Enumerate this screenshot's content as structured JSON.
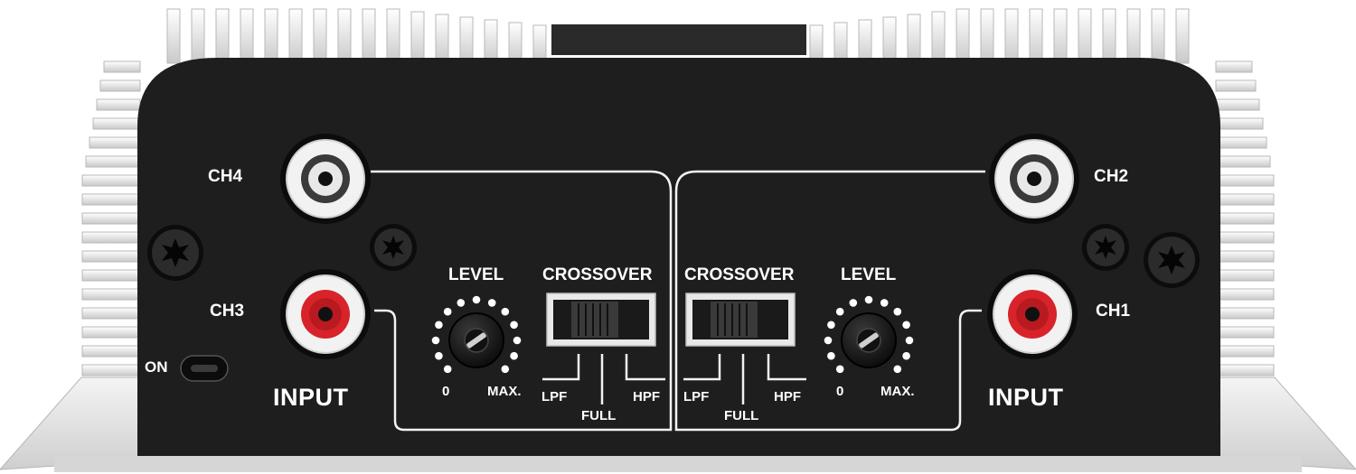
{
  "panel": {
    "left_group": {
      "top_jack_label": "CH4",
      "bottom_jack_label": "CH3",
      "input_label": "INPUT",
      "level": {
        "title": "LEVEL",
        "min_label": "0",
        "max_label": "MAX."
      },
      "crossover": {
        "title": "CROSSOVER",
        "options": [
          "LPF",
          "FULL",
          "HPF"
        ]
      }
    },
    "right_group": {
      "top_jack_label": "CH2",
      "bottom_jack_label": "CH1",
      "input_label": "INPUT",
      "level": {
        "title": "LEVEL",
        "min_label": "0",
        "max_label": "MAX."
      },
      "crossover": {
        "title": "CROSSOVER",
        "options": [
          "LPF",
          "FULL",
          "HPF"
        ]
      }
    },
    "power_indicator_label": "ON"
  },
  "colors": {
    "panel": "#1e1e1e",
    "heatsink": "#e6e6e6",
    "label_text": "#ffffff",
    "rca_white_jack": "#f2f2f2",
    "rca_red_jack": "#d8232a"
  },
  "icons": {
    "panel_screw": "torx-screw-icon",
    "input_jack": "rca-jack-icon",
    "gain_knob": "rotary-knob-icon",
    "crossover_switch": "slide-switch-icon"
  }
}
